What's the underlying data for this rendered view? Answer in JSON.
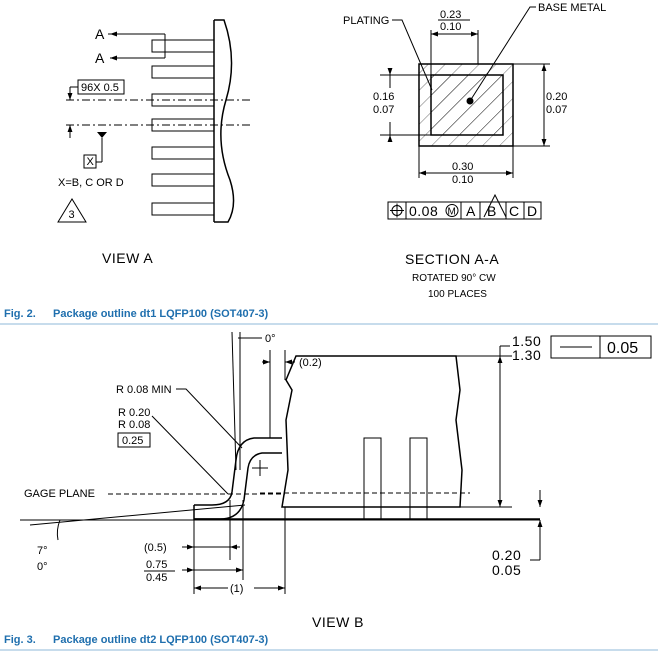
{
  "fig2": {
    "view_a": {
      "label_a1": "A",
      "label_a2": "A",
      "pitch_box": "96X 0.5",
      "datum_box": "X",
      "datum_note": "X=B, C OR D",
      "note_num": "3",
      "title": "VIEW A"
    },
    "section": {
      "plating": "PLATING",
      "base_metal": "BASE METAL",
      "top_max": "0.23",
      "top_min": "0.10",
      "left_max": "0.16",
      "left_min": "0.07",
      "right_max": "0.20",
      "right_min": "0.07",
      "bottom_max": "0.30",
      "bottom_min": "0.10",
      "fcf_tol": "0.08",
      "fcf_mod": "M",
      "fcf_d1": "A",
      "fcf_d2": "B",
      "fcf_d3": "C",
      "fcf_d4": "D",
      "title": "SECTION A-A",
      "sub1": "ROTATED 90° CW",
      "sub2": "100 PLACES"
    },
    "caption_num": "Fig. 2.",
    "caption_text": "Package outline dt1 LQFP100 (SOT407-3)"
  },
  "fig3": {
    "angle_top": "0°",
    "ref_02": "(0.2)",
    "r_min": "R 0.08 MIN",
    "r_020": "R 0.20",
    "r_008": "R 0.08",
    "box_025": "0.25",
    "gage_plane": "GAGE PLANE",
    "angle_7": "7°",
    "angle_0": "0°",
    "ref_05": "(0.5)",
    "l_max": "0.75",
    "l_min": "0.45",
    "ref_1": "(1)",
    "h_max": "1.50",
    "h_min": "1.30",
    "flat_tol": "0.05",
    "a1_max": "0.20",
    "a1_min": "0.05",
    "title": "VIEW B",
    "caption_num": "Fig. 3.",
    "caption_text": "Package outline dt2 LQFP100 (SOT407-3)"
  },
  "colors": {
    "caption": "#1f6fae",
    "rule": "#8fb8d8"
  }
}
